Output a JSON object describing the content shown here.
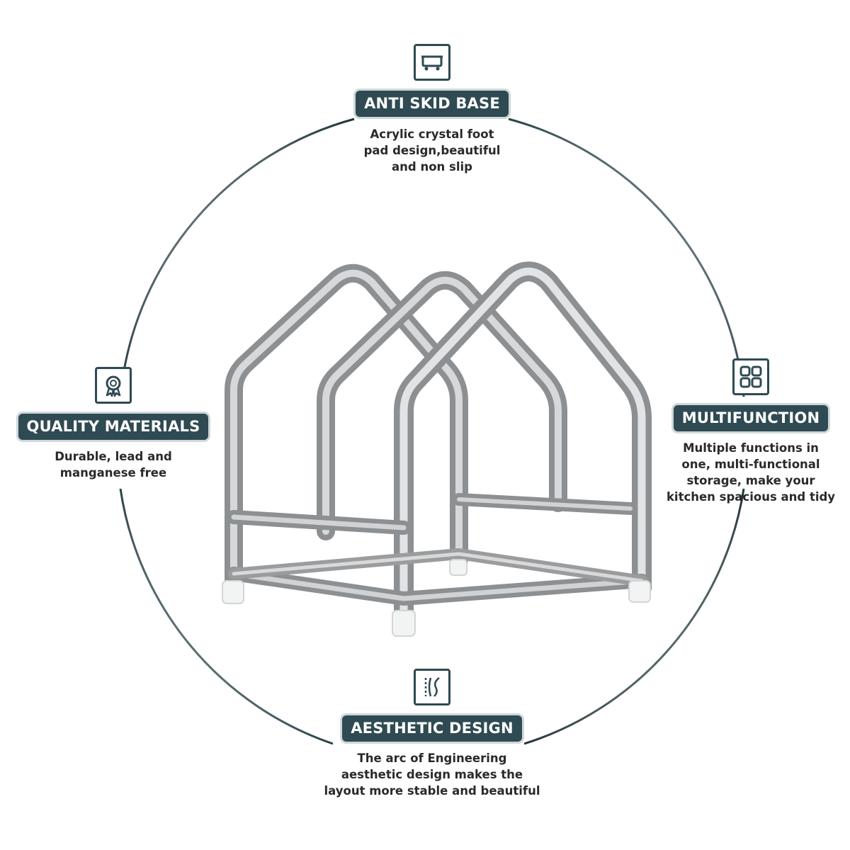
{
  "colors": {
    "badge": "#2f4a52",
    "ring_dark": "#203338",
    "ring_light": "#d7dee0",
    "text": "#2a2a2a",
    "steel": "#b9bbbd"
  },
  "features": {
    "top": {
      "icon": "bathtub-icon",
      "title": "ANTI SKID BASE",
      "lines": [
        "Acrylic crystal foot",
        "pad design,beautiful",
        "and non slip"
      ]
    },
    "left": {
      "icon": "award-medal-icon",
      "title": "QUALITY MATERIALS",
      "lines": [
        "Durable, lead and",
        "manganese free"
      ]
    },
    "right": {
      "icon": "grid-squares-icon",
      "title": "MULTIFUNCTION",
      "lines": [
        "Multiple functions in",
        "one, multi-functional",
        "storage, make your",
        "kitchen spacious and tidy"
      ]
    },
    "bottom": {
      "icon": "curves-design-icon",
      "title": "AESTHETIC DESIGN",
      "lines": [
        "The arc of Engineering",
        "aesthetic design makes the",
        "layout more stable and beautiful"
      ]
    }
  },
  "product": {
    "name": "stainless-steel-pot-lid-rack-icon"
  }
}
